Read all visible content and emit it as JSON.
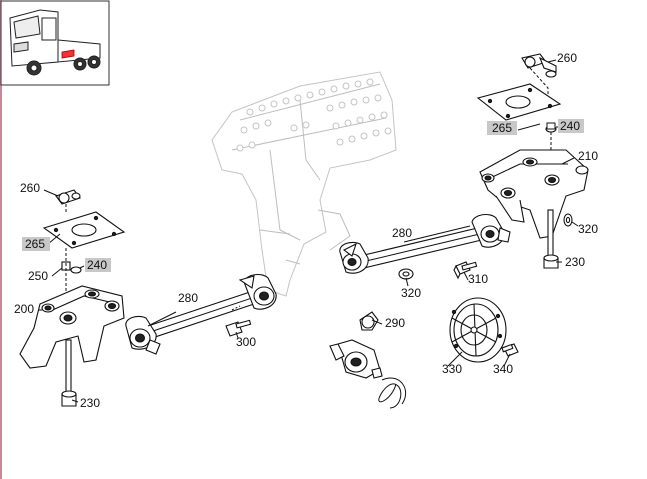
{
  "diagram": {
    "callouts": {
      "c260_right": "260",
      "c265_right": "265",
      "c240_right": "240",
      "c210": "210",
      "c320_right": "320",
      "c230_right": "230",
      "c280_upper": "280",
      "c320_mid": "320",
      "c310": "310",
      "c290": "290",
      "c330": "330",
      "c340": "340",
      "c260_left": "260",
      "c265_left": "265",
      "c250": "250",
      "c240_left": "240",
      "c200": "200",
      "c230_left": "230",
      "c280_lower": "280",
      "c300": "300"
    },
    "highlighted": [
      "265",
      "240"
    ]
  }
}
